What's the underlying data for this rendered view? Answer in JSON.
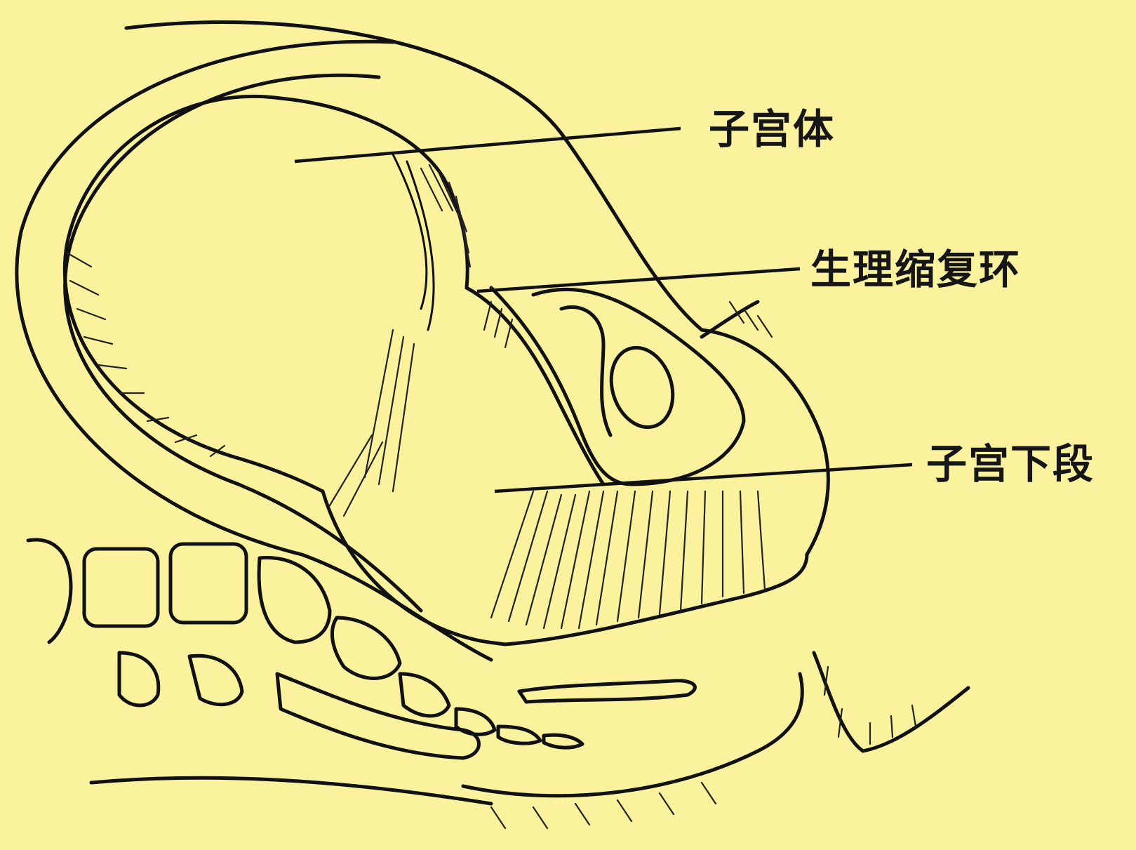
{
  "labels": {
    "uterine_body": "子宫体",
    "physiological_retraction_ring": "生理缩复环",
    "lower_uterine_segment": "子宫下段"
  },
  "colors": {
    "background": "#fbf29e",
    "line": "#111111"
  }
}
